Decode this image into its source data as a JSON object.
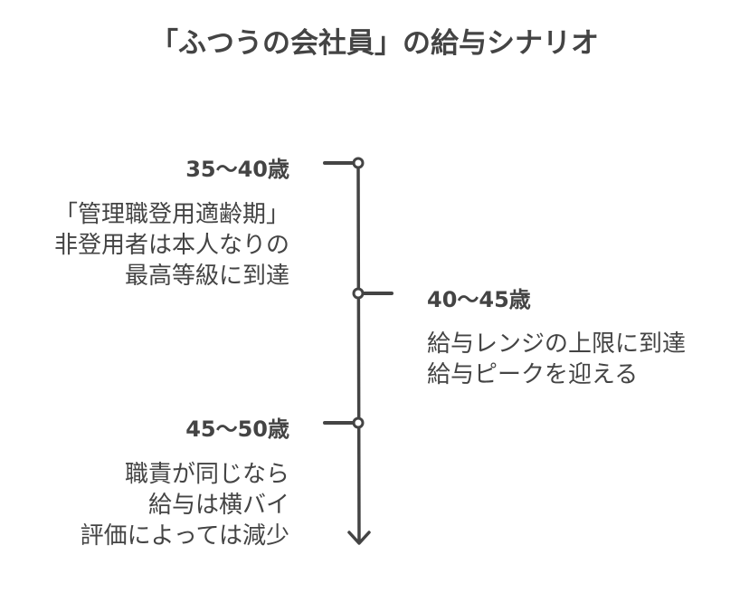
{
  "title": "「ふつうの会社員」の給与シナリオ",
  "stages": [
    {
      "label": "35〜40歳",
      "lines": [
        "「管理職登用適齢期」",
        "非登用者は本人なりの",
        "最高等級に到達"
      ]
    },
    {
      "label": "40〜45歳",
      "lines": [
        "給与レンジの上限に到達",
        "給与ピークを迎える"
      ]
    },
    {
      "label": "45〜50歳",
      "lines": [
        "職責が同じなら",
        "給与は横バイ",
        "評価によっては減少"
      ]
    }
  ],
  "colors": {
    "text": "#444444",
    "line": "#444444"
  }
}
